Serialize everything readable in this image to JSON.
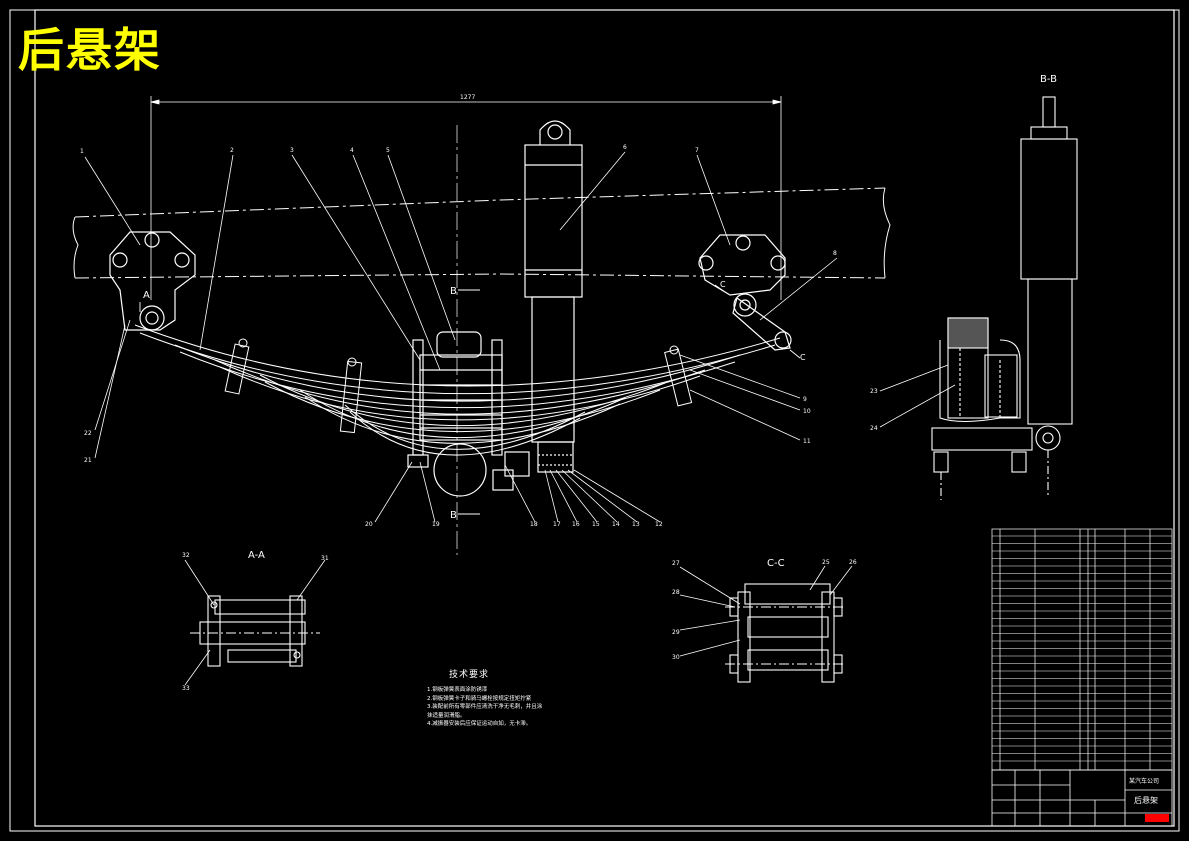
{
  "drawing": {
    "title": "后悬架",
    "dimension_top": "1277",
    "section_labels": {
      "bb": "B-B",
      "aa": "A-A",
      "cc": "C-C",
      "a_marker": "A",
      "b_marker": "B",
      "c_marker": "C"
    },
    "part_numbers": [
      "1",
      "2",
      "3",
      "4",
      "5",
      "6",
      "7",
      "8",
      "9",
      "10",
      "11",
      "12",
      "13",
      "14",
      "15",
      "16",
      "17",
      "18",
      "19",
      "20",
      "21",
      "22",
      "23",
      "24",
      "25",
      "26",
      "27",
      "28",
      "29",
      "30",
      "31",
      "32",
      "33"
    ],
    "tech_requirements": {
      "heading": "技术要求",
      "items": [
        "1.钢板弹簧表面涂防锈漆",
        "2.钢板弹簧卡子和骑马螺栓按规定扭矩拧紧",
        "3.装配前所有零部件应清洗干净无毛刺，并且涂",
        "抹适量润滑脂。",
        "4.减振器安装后应保证运动自如，无卡滞。"
      ]
    },
    "title_block": {
      "drawing_name": "后悬架",
      "company": "某汽车公司",
      "stamp": "COLOR"
    }
  },
  "colors": {
    "background": "#000000",
    "line": "#ffffff",
    "title": "#ffff00",
    "stamp": "#ff0000"
  }
}
